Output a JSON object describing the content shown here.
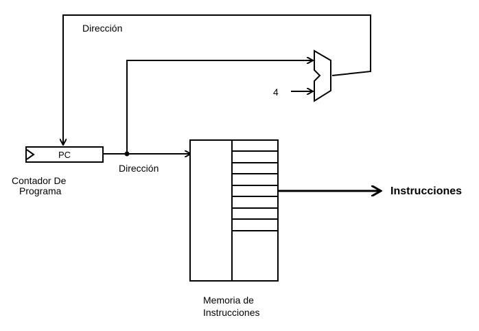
{
  "diagram": {
    "pc_box_label": "PC",
    "pc_caption_line1": "Contador De",
    "pc_caption_line2": "Programa",
    "top_wire_label": "Dirección",
    "addr_wire_label": "Dirección",
    "adder_input_label": "4",
    "memory_caption_line1": "Memoria de",
    "memory_caption_line2": "Instrucciones",
    "output_label": "Instrucciones"
  },
  "colors": {
    "stroke": "#000000",
    "background": "#ffffff"
  }
}
